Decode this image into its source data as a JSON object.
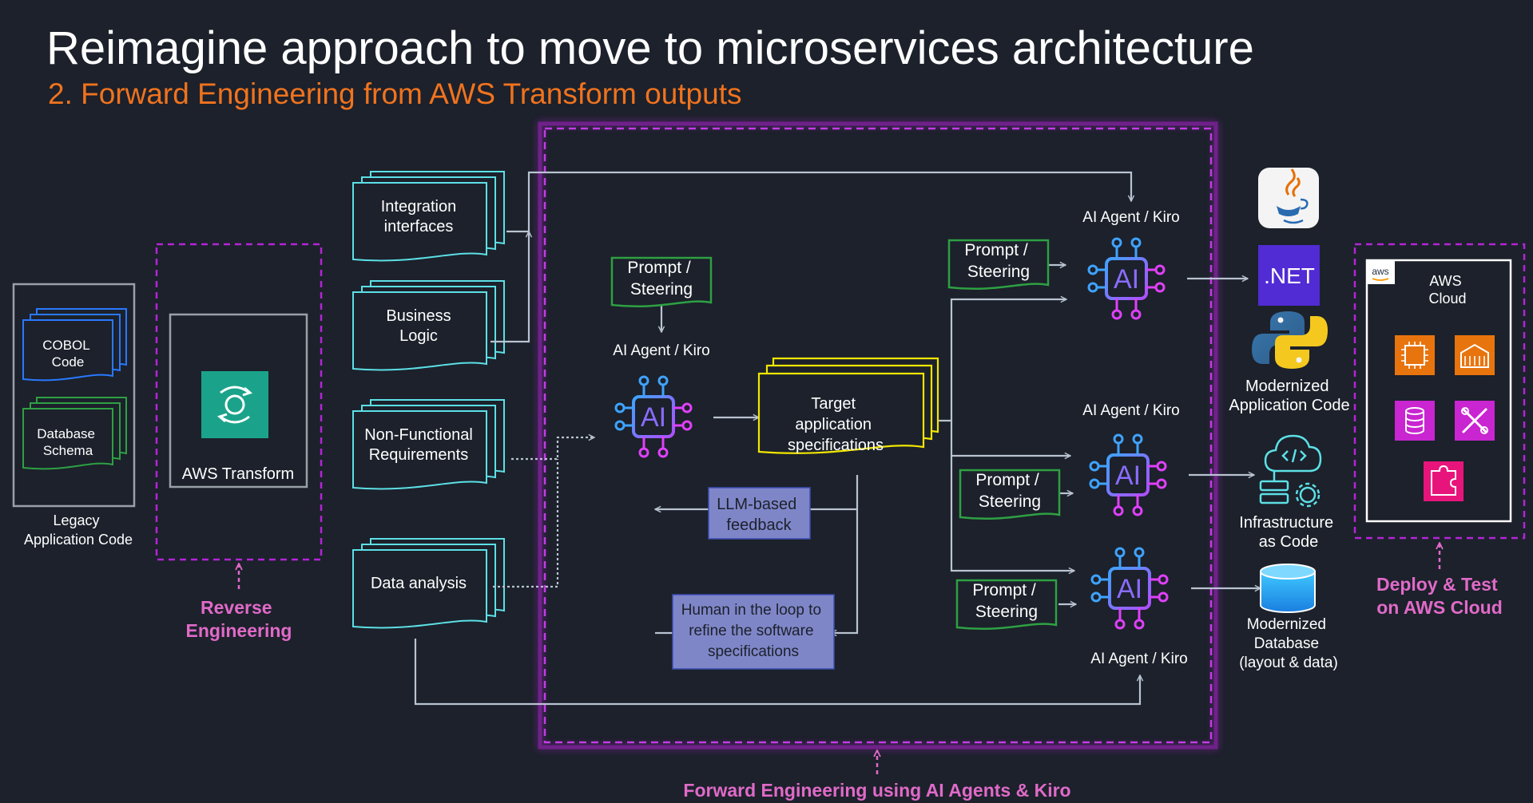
{
  "title": "Reimagine approach to move to microservices architecture",
  "subtitle": "2. Forward Engineering from AWS Transform outputs",
  "colors": {
    "background": "#1c212b",
    "title": "#ffffff",
    "subtitle": "#f0731e",
    "magenta": "#b324d6",
    "pink_label": "#e06ac8",
    "teal": "#5ce0e6",
    "green": "#2ea043",
    "blue": "#2979ff",
    "yellow": "#f2e600",
    "connector": "#b9c3d1",
    "ai_purple": "#7c4dff",
    "ai_blue": "#3fa3ff",
    "ai_pink": "#e040fb",
    "feedback_fill": "#7f86c8"
  },
  "legacy": {
    "cobol": [
      "COBOL",
      "Code"
    ],
    "schema": [
      "Database",
      "Schema"
    ],
    "caption": [
      "Legacy",
      "Application Code"
    ]
  },
  "reverse": {
    "service_label": "AWS Transform",
    "service_icon": "aws-transform-icon",
    "caption": [
      "Reverse",
      "Engineering"
    ]
  },
  "documents": [
    {
      "lines": [
        "Integration",
        "interfaces"
      ]
    },
    {
      "lines": [
        "Business",
        "Logic"
      ]
    },
    {
      "lines": [
        "Non-Functional",
        "Requirements"
      ]
    },
    {
      "lines": [
        "Data analysis"
      ]
    }
  ],
  "forward": {
    "caption": "Forward Engineering using AI Agents & Kiro",
    "center_prompt": [
      "Prompt /",
      "Steering"
    ],
    "center_agent": "AI Agent / Kiro",
    "target_spec": [
      "Target",
      "application",
      "specifications"
    ],
    "llm_feedback": [
      "LLM-based",
      "feedback"
    ],
    "human_loop": [
      "Human in the loop to",
      "refine the software",
      "specifications"
    ],
    "agents": [
      {
        "label": "AI Agent / Kiro",
        "prompt": [
          "Prompt /",
          "Steering"
        ]
      },
      {
        "label": "AI Agent / Kiro",
        "prompt": [
          "Prompt /",
          "Steering"
        ]
      },
      {
        "label": "AI Agent / Kiro",
        "prompt": [
          "Prompt /",
          "Steering"
        ]
      }
    ],
    "ai_glyph": "AI"
  },
  "outputs": {
    "code_icons": [
      "java-icon",
      "dotnet-icon",
      "python-icon"
    ],
    "dotnet_text": ".NET",
    "code_label": [
      "Modernized",
      "Application Code"
    ],
    "iac_icon": "infrastructure-as-code-icon",
    "iac_label": [
      "Infrastructure",
      "as Code"
    ],
    "db_icon": "database-cylinder-icon",
    "db_label": [
      "Modernized",
      "Database",
      "(layout & data)"
    ]
  },
  "cloud": {
    "logo": "aws",
    "title": [
      "AWS",
      "Cloud"
    ],
    "icons": [
      "compute-chip-icon",
      "container-icon",
      "database-icon",
      "developer-tools-icon",
      "integration-puzzle-icon"
    ],
    "caption": [
      "Deploy & Test",
      "on AWS Cloud"
    ]
  }
}
